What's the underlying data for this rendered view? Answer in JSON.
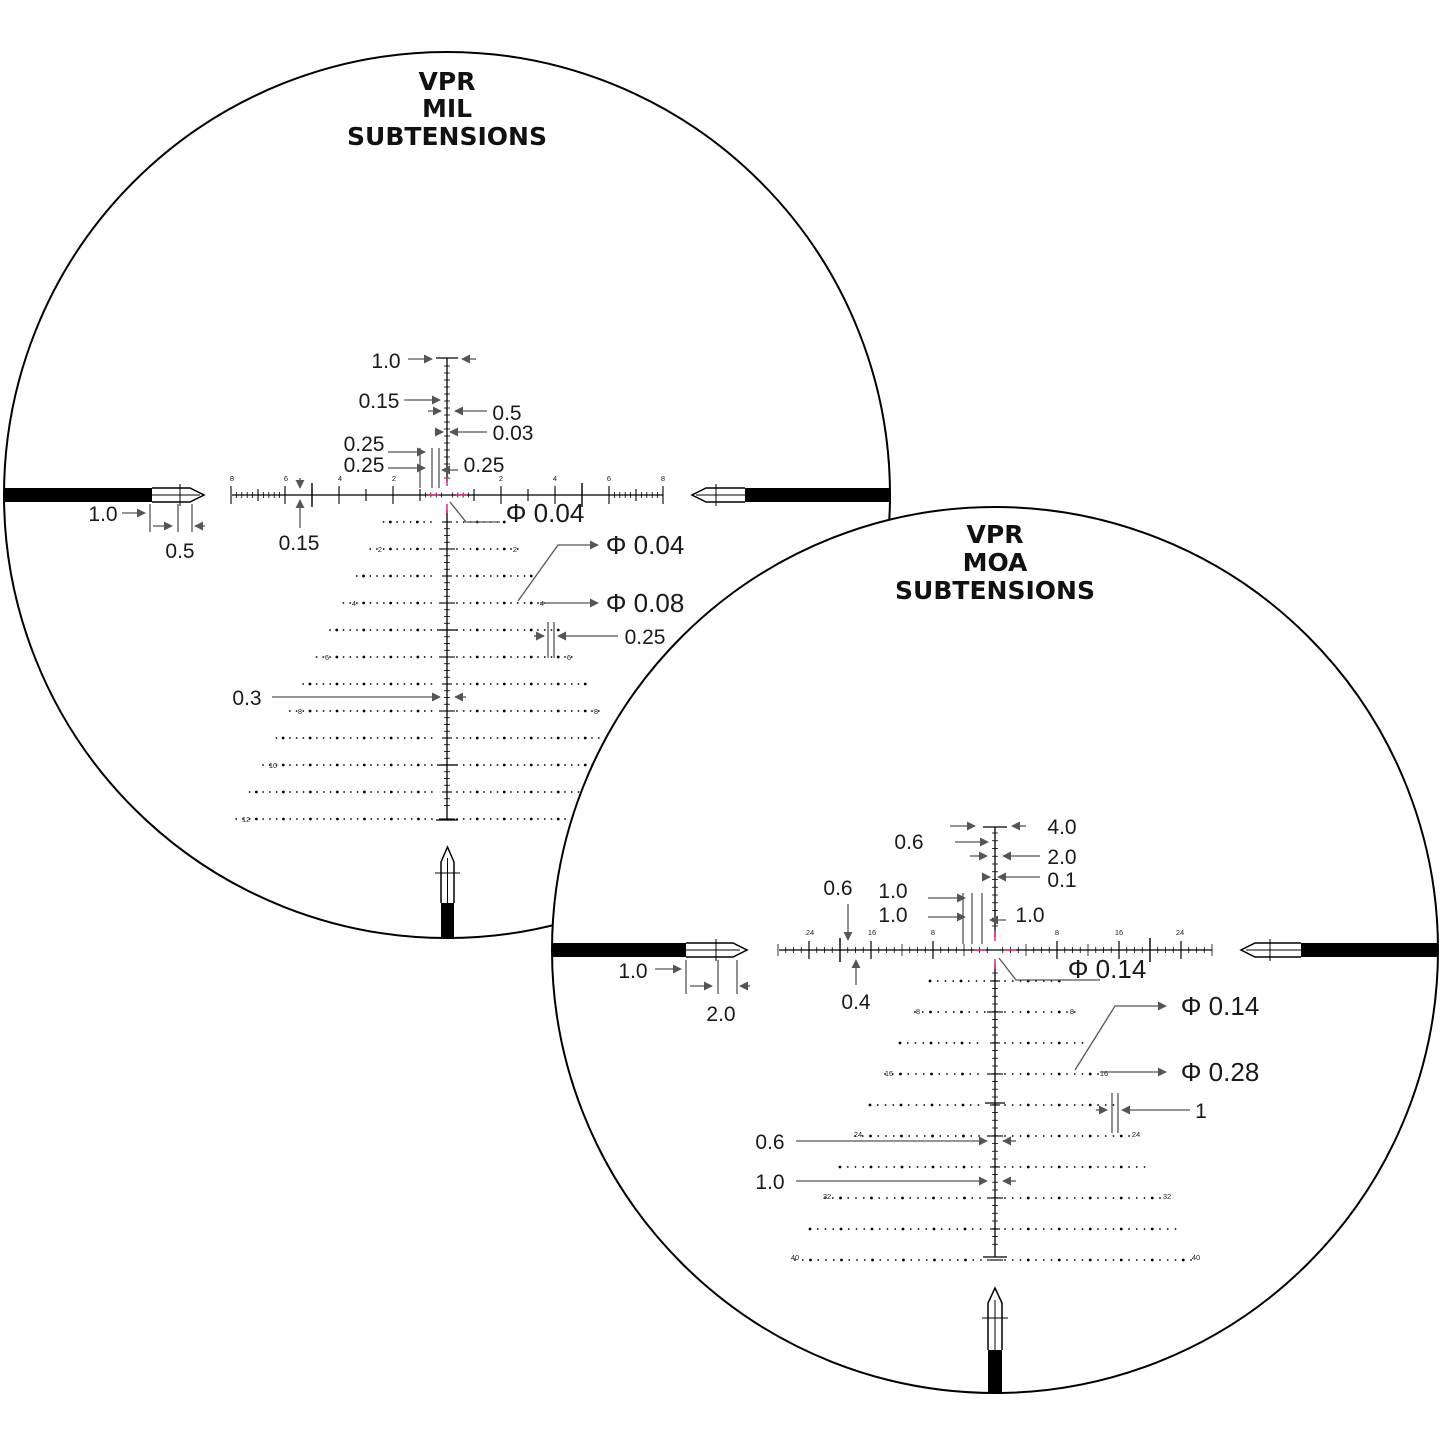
{
  "mil_reticle": {
    "title": [
      "VPR",
      "MIL",
      "SUBTENSIONS"
    ],
    "horizontal_numbers": [
      "8",
      "6",
      "4",
      "2",
      "2",
      "4",
      "6",
      "8"
    ],
    "stadia_numbers": [
      "2",
      "4",
      "6",
      "8",
      "10",
      "12"
    ],
    "annotations": {
      "top_width": "1.0",
      "tick_spacing_left": "0.15",
      "post_width": "0.5",
      "mini_tick": "0.03",
      "gap_a": "0.25",
      "gap_b": "0.25",
      "gap_c": "0.25",
      "center_dot": "Φ 0.04",
      "post_gap": "1.0",
      "post_tip": "0.5",
      "hash_height": "0.15",
      "small_dot": "Φ 0.04",
      "large_dot": "Φ 0.08",
      "dot_spacing": "0.25",
      "stadia_gap": "0.3"
    }
  },
  "moa_reticle": {
    "title": [
      "VPR",
      "MOA",
      "SUBTENSIONS"
    ],
    "horizontal_numbers": [
      "24",
      "16",
      "8",
      "8",
      "16",
      "24"
    ],
    "stadia_numbers": [
      "8",
      "16",
      "24",
      "32",
      "40"
    ],
    "annotations": {
      "top_width": "4.0",
      "tick_width": "0.6",
      "mid_tick": "2.0",
      "mini_tick": "0.1",
      "hash_top": "0.6",
      "gap_a": "1.0",
      "gap_b": "1.0",
      "gap_c": "1.0",
      "center_dot": "Φ 0.14",
      "post_gap": "1.0",
      "post_tip": "2.0",
      "hash_bottom": "0.4",
      "small_dot": "Φ 0.14",
      "large_dot": "Φ 0.28",
      "dot_spacing": "1",
      "stadia_a": "0.6",
      "stadia_b": "1.0"
    }
  },
  "colors": {
    "ink": "#000000",
    "annotation": "#555555",
    "center_mark": "#e0197d"
  }
}
